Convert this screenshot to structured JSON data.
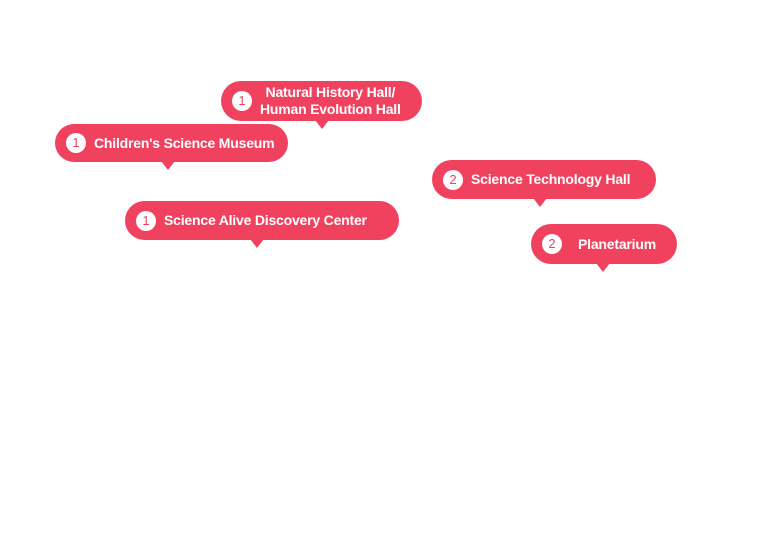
{
  "markers": {
    "natural_history": {
      "number": "1",
      "line1": "Natural History Hall/",
      "line2": "Human Evolution Hall"
    },
    "childrens_museum": {
      "number": "1",
      "label": "Children's Science Museum"
    },
    "science_technology": {
      "number": "2",
      "label": "Science Technology Hall"
    },
    "science_alive": {
      "number": "1",
      "label": "Science Alive Discovery Center"
    },
    "planetarium": {
      "number": "2",
      "label": "Planetarium"
    }
  },
  "colors": {
    "pin": "#f0425f",
    "badge_bg": "#ffffff",
    "text": "#ffffff"
  }
}
